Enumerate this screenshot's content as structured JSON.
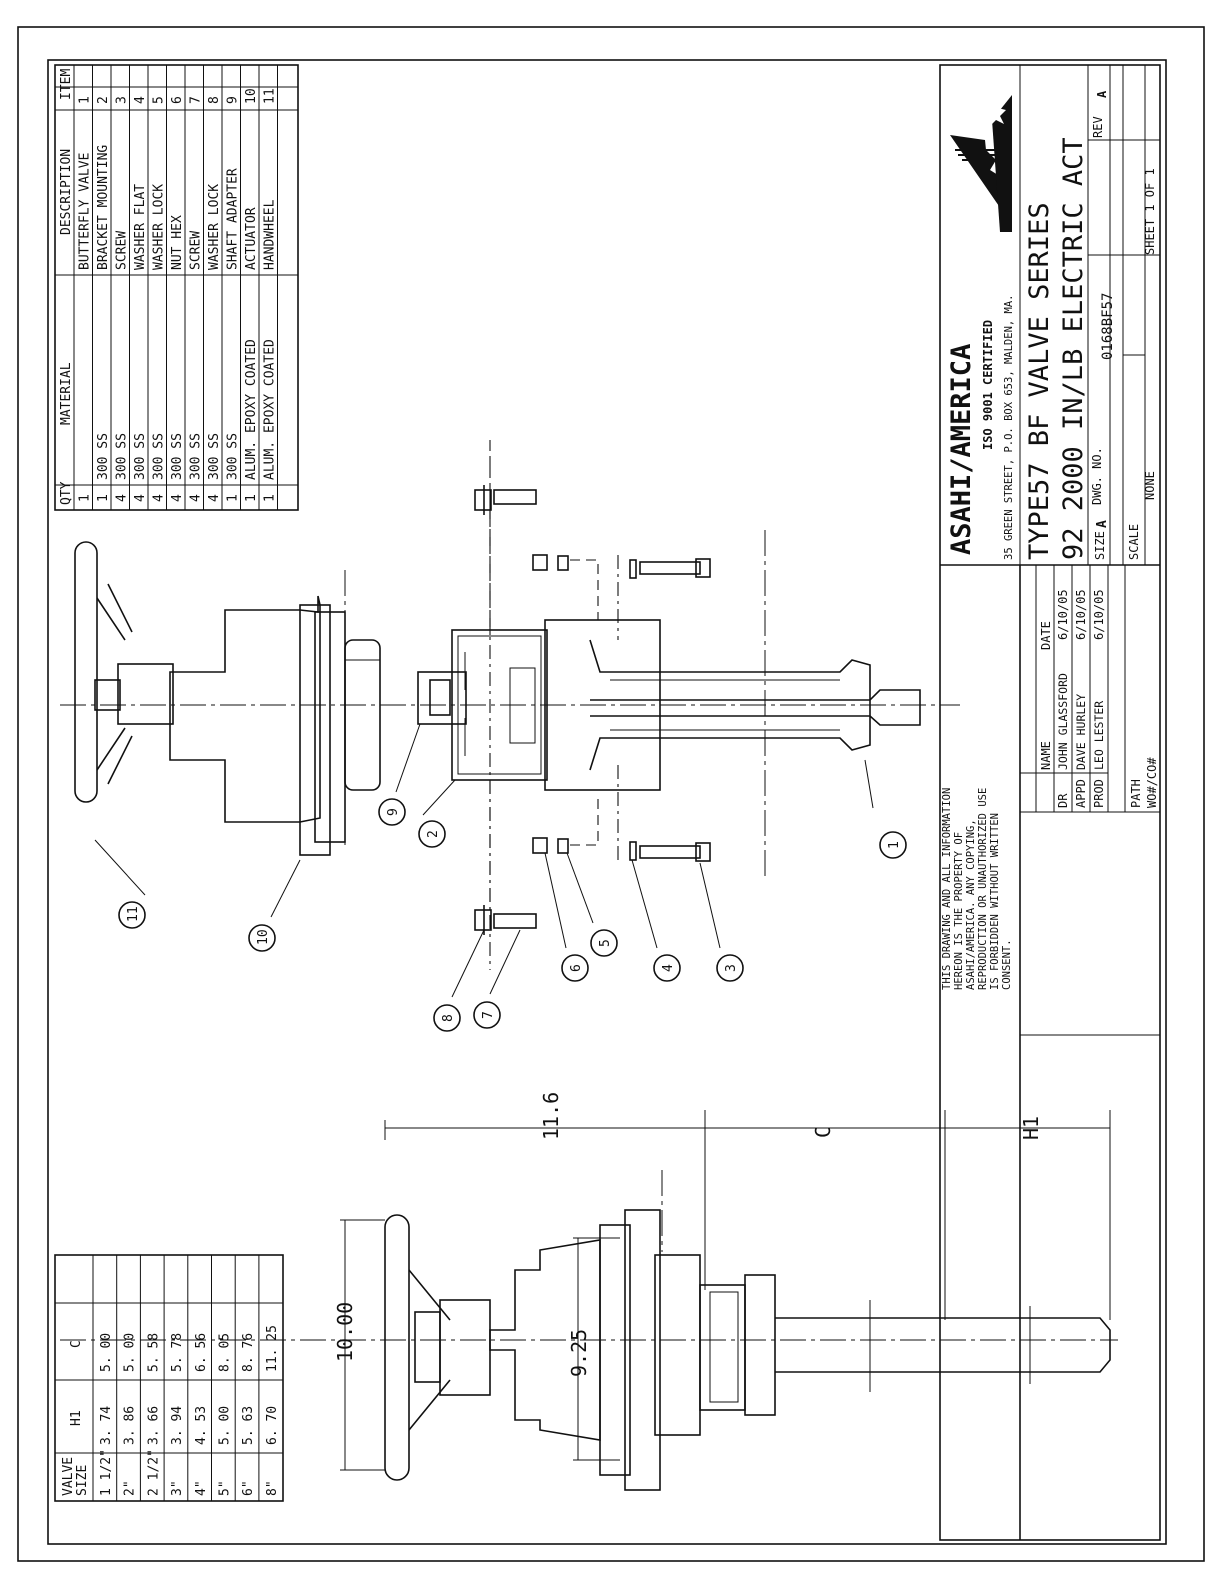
{
  "parts_list": {
    "headers": [
      "ITEM",
      "DESCRIPTION",
      "MATERIAL",
      "QTY"
    ],
    "rows": [
      {
        "item": "1",
        "description": "BUTTERFLY VALVE",
        "material": "",
        "qty": "1"
      },
      {
        "item": "2",
        "description": "BRACKET MOUNTING",
        "material": "300 SS",
        "qty": "1"
      },
      {
        "item": "3",
        "description": "SCREW",
        "material": "300 SS",
        "qty": "4"
      },
      {
        "item": "4",
        "description": "WASHER FLAT",
        "material": "300 SS",
        "qty": "4"
      },
      {
        "item": "5",
        "description": "WASHER LOCK",
        "material": "300 SS",
        "qty": "4"
      },
      {
        "item": "6",
        "description": "NUT HEX",
        "material": "300 SS",
        "qty": "4"
      },
      {
        "item": "7",
        "description": "SCREW",
        "material": "300 SS",
        "qty": "4"
      },
      {
        "item": "8",
        "description": "WASHER LOCK",
        "material": "300 SS",
        "qty": "4"
      },
      {
        "item": "9",
        "description": "SHAFT ADAPTER",
        "material": "300 SS",
        "qty": "1"
      },
      {
        "item": "10",
        "description": "ACTUATOR",
        "material": "ALUM. EPOXY COATED",
        "qty": "1"
      },
      {
        "item": "11",
        "description": "HANDWHEEL",
        "material": "ALUM. EPOXY COATED",
        "qty": "1"
      }
    ]
  },
  "valve_size_table": {
    "header_valve_line1": "VALVE",
    "header_valve_line2": "SIZE",
    "header_h1": "H1",
    "header_c": "C",
    "rows": [
      {
        "size": "1 1/2\"",
        "h1": "3. 74",
        "c": "5. 00"
      },
      {
        "size": "2\"",
        "h1": "3. 86",
        "c": "5. 00"
      },
      {
        "size": "2 1/2\"",
        "h1": "3. 66",
        "c": "5. 58"
      },
      {
        "size": "3\"",
        "h1": "3. 94",
        "c": "5. 78"
      },
      {
        "size": "4\"",
        "h1": "4. 53",
        "c": "6. 56"
      },
      {
        "size": "5\"",
        "h1": "5. 00",
        "c": "8. 05"
      },
      {
        "size": "6\"",
        "h1": "5. 63",
        "c": "8. 76"
      },
      {
        "size": "8\"",
        "h1": "6. 70",
        "c": "11. 25"
      }
    ]
  },
  "title_block": {
    "notice": [
      "THIS DRAWING AND ALL INFORMATION",
      "HEREON IS THE PROPERTY OF",
      "ASAHI/AMERICA. ANY COPYING,",
      "REPRODUCTION OR UNAUTHORIZED USE",
      "IS FORBIDDEN WITHOUT WRITTEN",
      "CONSENT."
    ],
    "company": "ASAHI/AMERICA",
    "certification": "ISO 9001 CERTIFIED",
    "address": "35 GREEN STREET, P.O. BOX 653, MALDEN, MA.",
    "title_line1": "TYPE57 BF VALVE SERIES",
    "title_line2": "92 2000 IN/LB ELECTRIC ACT",
    "size_label": "SIZE",
    "size_value": "A",
    "dwg_no_label": "DWG. NO.",
    "dwg_no": "0168BF57",
    "rev_label": "REV",
    "rev_value": "A",
    "scale_label": "SCALE",
    "scale_value": "NONE",
    "sheet_text": "SHEET 1 OF 1",
    "name_header": "NAME",
    "date_header": "DATE",
    "approvals": [
      {
        "role": "DR",
        "name": "JOHN GLASSFORD",
        "date": "6/10/05"
      },
      {
        "role": "APPD",
        "name": "DAVE HURLEY",
        "date": "6/10/05"
      },
      {
        "role": "PROD",
        "name": "LEO LESTER",
        "date": "6/10/05"
      }
    ],
    "path_label": "PATH",
    "wo_label": "WO#/CO#"
  },
  "dimensions": {
    "handwheel_dia": "10.00",
    "actuator_width": "9.25",
    "height_11_6": "11.6",
    "c_label": "C",
    "h1_label": "H1"
  },
  "balloons": [
    "1",
    "2",
    "3",
    "4",
    "5",
    "6",
    "7",
    "8",
    "9",
    "10",
    "11"
  ]
}
